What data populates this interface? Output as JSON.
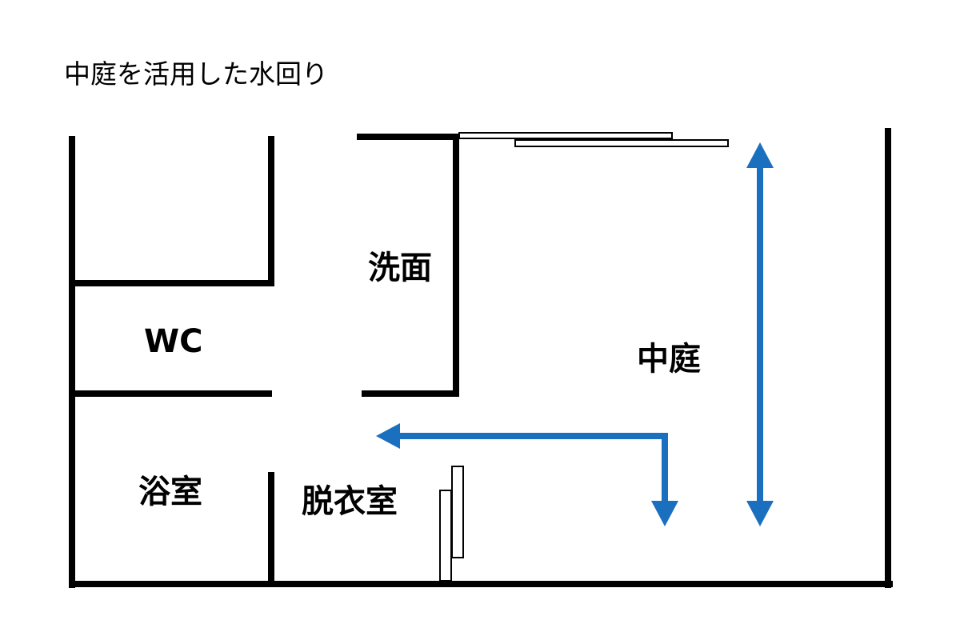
{
  "title": "中庭を活用した水回り",
  "rooms": {
    "wc": "WC",
    "washroom": "洗面",
    "bathroom": "浴室",
    "dressing_room": "脱衣室",
    "courtyard": "中庭"
  },
  "colors": {
    "wall": "#000000",
    "arrow": "#1a6fbf",
    "background": "#ffffff"
  },
  "arrows": [
    {
      "name": "circulation-arrow",
      "meaning": "movement from dressing room area toward courtyard"
    },
    {
      "name": "courtyard-double-arrow",
      "meaning": "courtyard extends full depth"
    }
  ]
}
